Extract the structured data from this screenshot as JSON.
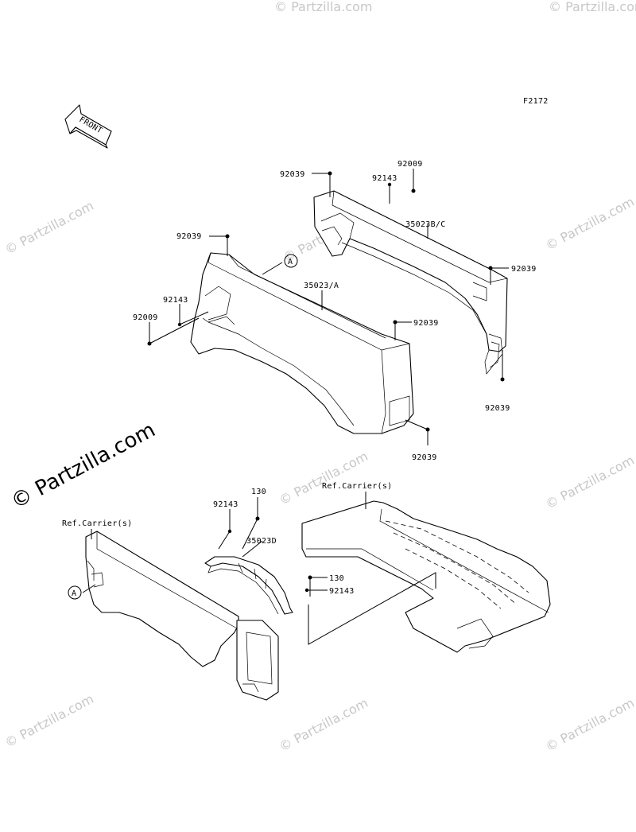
{
  "figure_id": "F2172",
  "front_arrow": {
    "text": "FRONT",
    "icon": "front-arrow-icon"
  },
  "watermark": {
    "text": "© Partzilla.com",
    "color": "#c8c8c8"
  },
  "callouts": [
    {
      "id": "c1",
      "text": "92039"
    },
    {
      "id": "c2",
      "text": "92143"
    },
    {
      "id": "c3",
      "text": "92009"
    },
    {
      "id": "c4",
      "text": "35023B/C"
    },
    {
      "id": "c5",
      "text": "92039"
    },
    {
      "id": "c6",
      "text": "92039"
    },
    {
      "id": "c7",
      "text": "92039"
    },
    {
      "id": "c8",
      "text": "35023/A"
    },
    {
      "id": "c9",
      "text": "92143"
    },
    {
      "id": "c10",
      "text": "92009"
    },
    {
      "id": "c11",
      "text": "92039"
    },
    {
      "id": "c12",
      "text": "92039"
    },
    {
      "id": "c13",
      "text": "130"
    },
    {
      "id": "c14",
      "text": "92143"
    },
    {
      "id": "c15",
      "text": "35023D"
    },
    {
      "id": "c16",
      "text": "130"
    },
    {
      "id": "c17",
      "text": "92143"
    },
    {
      "id": "c18",
      "text": "Ref.Carrier(s)"
    },
    {
      "id": "c19",
      "text": "Ref.Carrier(s)"
    }
  ],
  "reference_markers": [
    {
      "id": "m1",
      "text": "A"
    },
    {
      "id": "m2",
      "text": "A"
    }
  ]
}
